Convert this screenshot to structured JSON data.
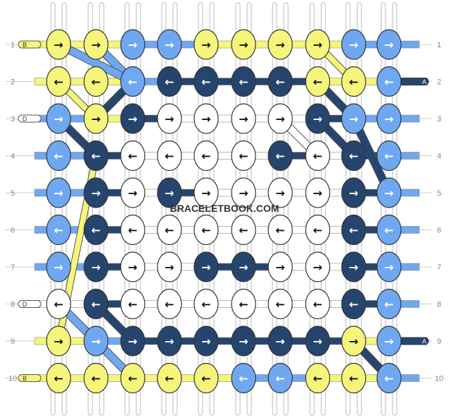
{
  "watermark": "BRACELETBOOK.COM",
  "colors": {
    "Y": "#f5f57c",
    "L": "#6fa8f0",
    "D": "#26456e",
    "W": "#ffffff"
  },
  "strings_left": {
    "1": "B",
    "3": "D",
    "8": "D",
    "10": "B"
  },
  "strings_right": {
    "2": "A",
    "9": "A"
  },
  "rows": [
    {
      "label": "1",
      "knots": [
        {
          "c": "Y",
          "d": "r"
        },
        {
          "c": "Y",
          "d": "r"
        },
        {
          "c": "L",
          "d": "r"
        },
        {
          "c": "L",
          "d": "r"
        },
        {
          "c": "Y",
          "d": "r"
        },
        {
          "c": "Y",
          "d": "r"
        },
        {
          "c": "Y",
          "d": "r"
        },
        {
          "c": "Y",
          "d": "r"
        },
        {
          "c": "L",
          "d": "r"
        },
        {
          "c": "L",
          "d": "r"
        }
      ]
    },
    {
      "label": "2",
      "knots": [
        {
          "c": "Y",
          "d": "l"
        },
        {
          "c": "Y",
          "d": "l"
        },
        {
          "c": "L",
          "d": "l"
        },
        {
          "c": "D",
          "d": "l"
        },
        {
          "c": "D",
          "d": "l"
        },
        {
          "c": "D",
          "d": "l"
        },
        {
          "c": "D",
          "d": "l"
        },
        {
          "c": "Y",
          "d": "l"
        },
        {
          "c": "Y",
          "d": "l"
        },
        {
          "c": "L",
          "d": "l"
        }
      ]
    },
    {
      "label": "3",
      "knots": [
        {
          "c": "L",
          "d": "r"
        },
        {
          "c": "Y",
          "d": "r"
        },
        {
          "c": "D",
          "d": "r"
        },
        {
          "c": "W",
          "d": "r"
        },
        {
          "c": "W",
          "d": "r"
        },
        {
          "c": "W",
          "d": "r"
        },
        {
          "c": "W",
          "d": "r"
        },
        {
          "c": "D",
          "d": "r"
        },
        {
          "c": "L",
          "d": "r"
        },
        {
          "c": "L",
          "d": "r"
        }
      ]
    },
    {
      "label": "4",
      "knots": [
        {
          "c": "L",
          "d": "l"
        },
        {
          "c": "D",
          "d": "l"
        },
        {
          "c": "W",
          "d": "l"
        },
        {
          "c": "W",
          "d": "l"
        },
        {
          "c": "W",
          "d": "l"
        },
        {
          "c": "W",
          "d": "l"
        },
        {
          "c": "D",
          "d": "l"
        },
        {
          "c": "W",
          "d": "l"
        },
        {
          "c": "D",
          "d": "l"
        },
        {
          "c": "L",
          "d": "l"
        }
      ]
    },
    {
      "label": "5",
      "knots": [
        {
          "c": "L",
          "d": "r"
        },
        {
          "c": "D",
          "d": "r"
        },
        {
          "c": "W",
          "d": "r"
        },
        {
          "c": "D",
          "d": "r"
        },
        {
          "c": "W",
          "d": "r"
        },
        {
          "c": "W",
          "d": "r"
        },
        {
          "c": "W",
          "d": "r"
        },
        {
          "c": "W",
          "d": "r"
        },
        {
          "c": "D",
          "d": "r"
        },
        {
          "c": "L",
          "d": "r"
        }
      ]
    },
    {
      "label": "6",
      "knots": [
        {
          "c": "L",
          "d": "l"
        },
        {
          "c": "D",
          "d": "l"
        },
        {
          "c": "W",
          "d": "l"
        },
        {
          "c": "W",
          "d": "l"
        },
        {
          "c": "W",
          "d": "l"
        },
        {
          "c": "W",
          "d": "l"
        },
        {
          "c": "W",
          "d": "l"
        },
        {
          "c": "W",
          "d": "l"
        },
        {
          "c": "D",
          "d": "l"
        },
        {
          "c": "L",
          "d": "l"
        }
      ]
    },
    {
      "label": "7",
      "knots": [
        {
          "c": "L",
          "d": "r"
        },
        {
          "c": "D",
          "d": "r"
        },
        {
          "c": "W",
          "d": "r"
        },
        {
          "c": "W",
          "d": "r"
        },
        {
          "c": "D",
          "d": "r"
        },
        {
          "c": "D",
          "d": "r"
        },
        {
          "c": "W",
          "d": "r"
        },
        {
          "c": "W",
          "d": "r"
        },
        {
          "c": "D",
          "d": "r"
        },
        {
          "c": "L",
          "d": "r"
        }
      ]
    },
    {
      "label": "8",
      "knots": [
        {
          "c": "W",
          "d": "l"
        },
        {
          "c": "D",
          "d": "l"
        },
        {
          "c": "W",
          "d": "l"
        },
        {
          "c": "W",
          "d": "l"
        },
        {
          "c": "W",
          "d": "l"
        },
        {
          "c": "W",
          "d": "l"
        },
        {
          "c": "W",
          "d": "l"
        },
        {
          "c": "W",
          "d": "l"
        },
        {
          "c": "D",
          "d": "l"
        },
        {
          "c": "L",
          "d": "l"
        }
      ]
    },
    {
      "label": "9",
      "knots": [
        {
          "c": "Y",
          "d": "r"
        },
        {
          "c": "L",
          "d": "r"
        },
        {
          "c": "D",
          "d": "r"
        },
        {
          "c": "D",
          "d": "r"
        },
        {
          "c": "D",
          "d": "r"
        },
        {
          "c": "D",
          "d": "r"
        },
        {
          "c": "D",
          "d": "r"
        },
        {
          "c": "D",
          "d": "r"
        },
        {
          "c": "Y",
          "d": "r"
        },
        {
          "c": "L",
          "d": "r"
        }
      ]
    },
    {
      "label": "10",
      "knots": [
        {
          "c": "Y",
          "d": "l"
        },
        {
          "c": "Y",
          "d": "l"
        },
        {
          "c": "Y",
          "d": "l"
        },
        {
          "c": "Y",
          "d": "l"
        },
        {
          "c": "Y",
          "d": "l"
        },
        {
          "c": "L",
          "d": "l"
        },
        {
          "c": "L",
          "d": "l"
        },
        {
          "c": "Y",
          "d": "l"
        },
        {
          "c": "Y",
          "d": "l"
        },
        {
          "c": "L",
          "d": "l"
        }
      ]
    }
  ]
}
